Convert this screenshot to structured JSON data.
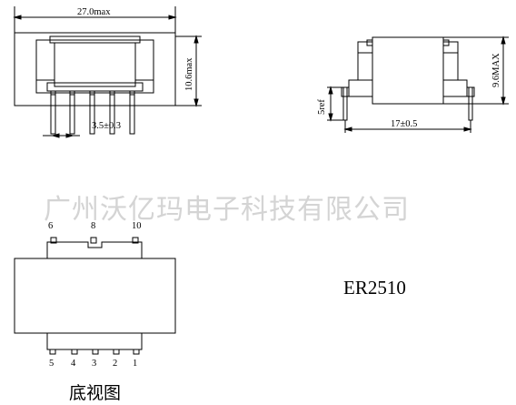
{
  "dimensions": {
    "width_max": "27.0max",
    "height_max": "10.6max",
    "pin_pitch": "3.5±0.3",
    "side_height": "9.6MAX",
    "side_ref": "5ref",
    "side_span": "17±0.5"
  },
  "watermark": "广州沃亿玛电子科技有限公司",
  "model": "ER2510",
  "bottom_view_caption": "底视图",
  "bottom_view": {
    "top_pins": [
      "6",
      "8",
      "10"
    ],
    "bottom_pins": [
      "5",
      "4",
      "3",
      "2",
      "1"
    ]
  }
}
